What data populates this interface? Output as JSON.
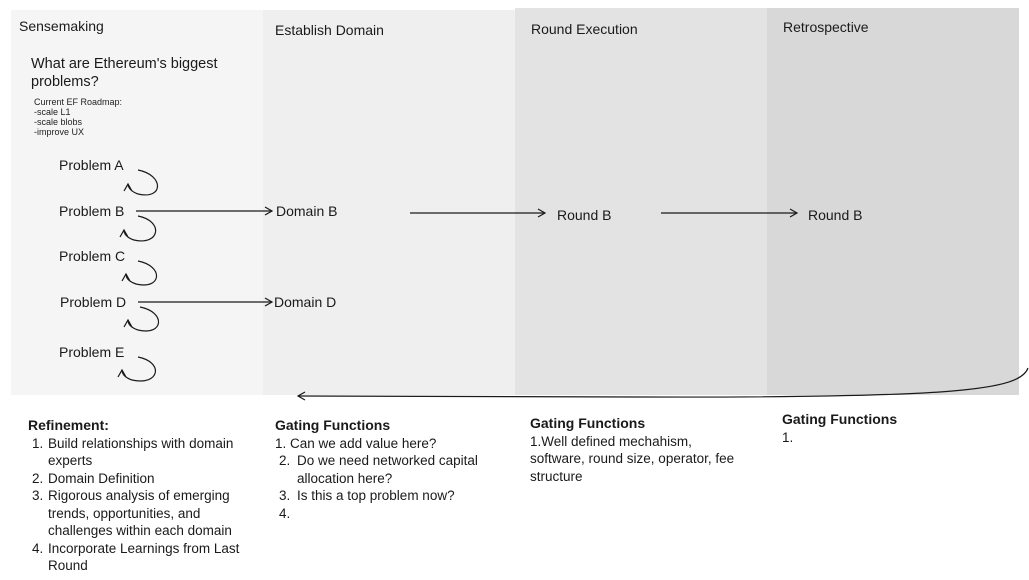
{
  "columns": {
    "sensemaking": "Sensemaking",
    "establish_domain": "Establish Domain",
    "round_execution": "Round Execution",
    "retrospective": "Retrospective"
  },
  "question": "What are Ethereum's biggest problems?",
  "roadmap": {
    "title": "Current EF Roadmap:",
    "items": [
      "-scale L1",
      "-scale blobs",
      "-improve UX"
    ]
  },
  "problems": [
    "Problem A",
    "Problem B",
    "Problem C",
    "Problem D",
    "Problem E"
  ],
  "domains": [
    "Domain B",
    "Domain D"
  ],
  "rounds": [
    "Round B",
    "Round B"
  ],
  "refinement": {
    "title": "Refinement:",
    "items": [
      {
        "num": "1.",
        "text": "Build relationships with domain experts"
      },
      {
        "num": "2.",
        "text": "Domain Definition"
      },
      {
        "num": "3.",
        "text": "Rigorous analysis of emerging trends, opportunities, and challenges within each domain"
      },
      {
        "num": "4.",
        "text": "Incorporate Learnings from Last Round"
      }
    ]
  },
  "gating_domain": {
    "title": "Gating Functions",
    "items": [
      {
        "num": "1.",
        "text": "Can we add value here?"
      },
      {
        "num": "2.",
        "text": "Do we need networked capital allocation here?"
      },
      {
        "num": "3.",
        "text": "Is this a top problem now?"
      },
      {
        "num": "4.",
        "text": ""
      }
    ]
  },
  "gating_round": {
    "title": "Gating Functions",
    "text": "1.Well defined mechahism, software, round size, operator, fee structure"
  },
  "gating_retro": {
    "title": "Gating Functions",
    "text": "1."
  }
}
